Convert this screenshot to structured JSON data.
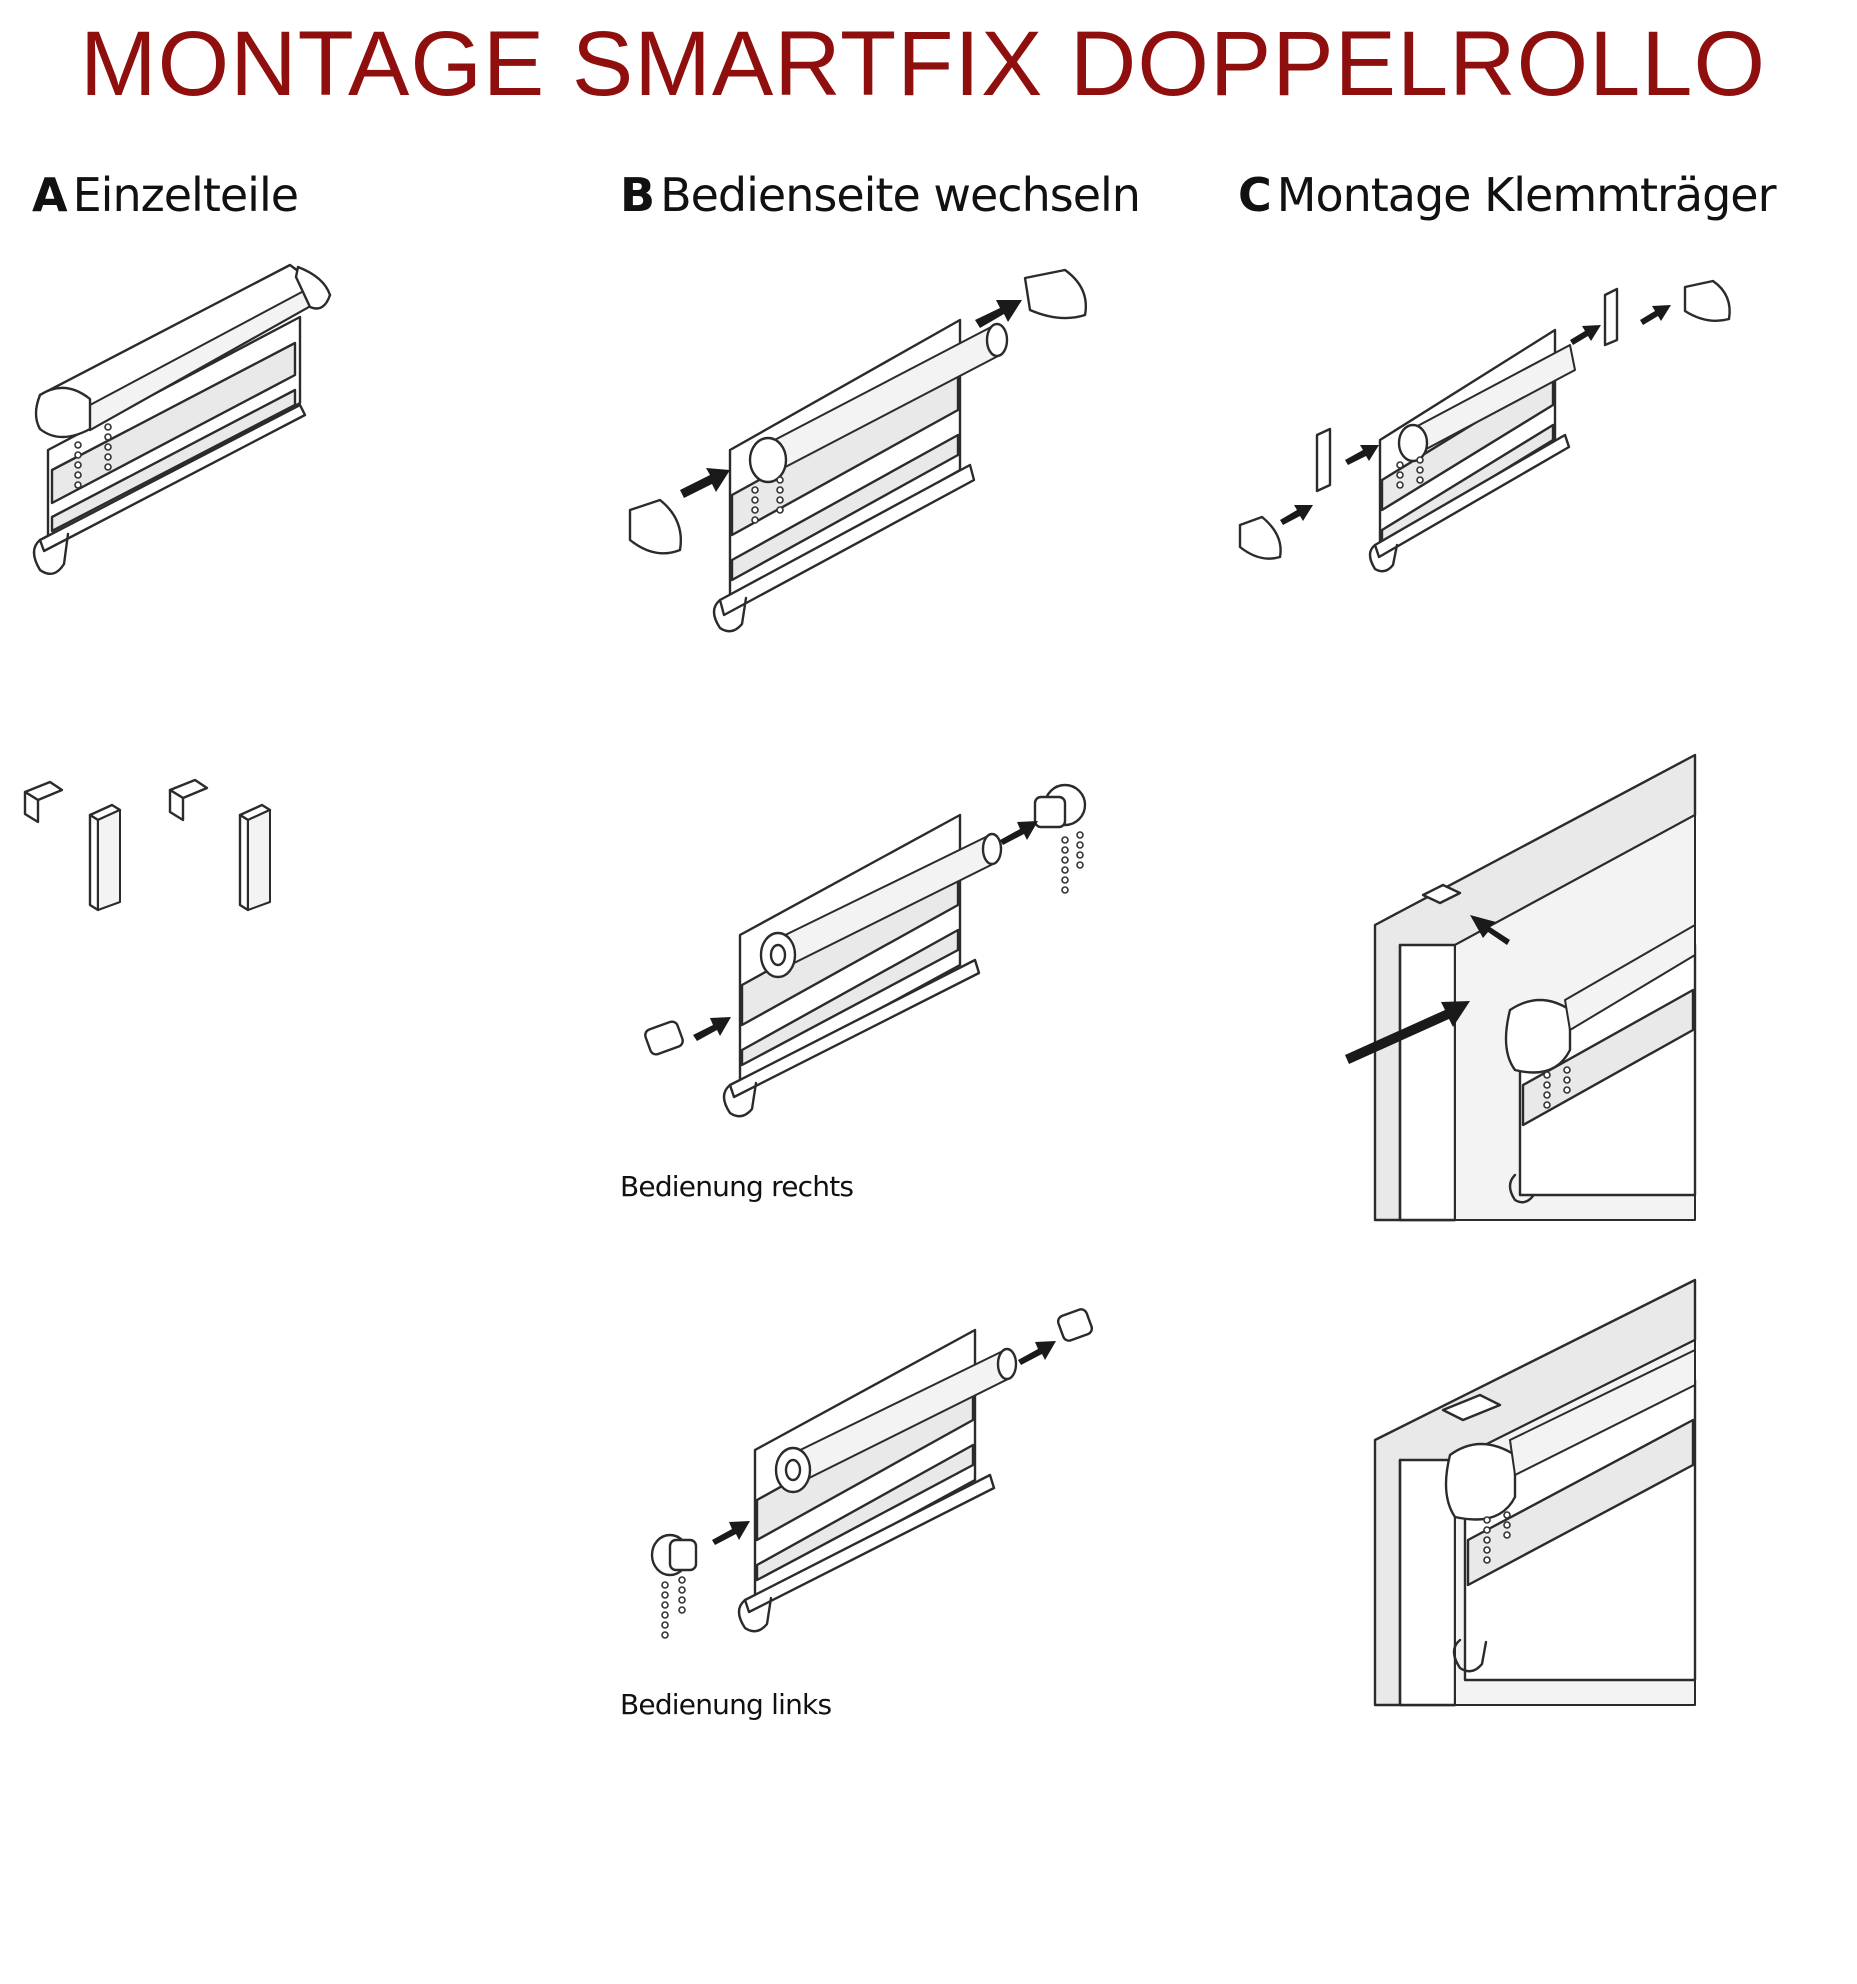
{
  "title": "MONTAGE SMARTFIX DOPPELROLLO",
  "sections": [
    {
      "letter": "A",
      "text": "Einzelteile"
    },
    {
      "letter": "B",
      "text": "Bedienseite wechseln"
    },
    {
      "letter": "C",
      "text": "Montage Klemmträger"
    }
  ],
  "captions": {
    "right": "Bedienung rechts",
    "left": "Bedienung links"
  },
  "colors": {
    "title": "#8f0f0f",
    "line": "#2b2b2b",
    "fill_light": "#e9e9e9",
    "arrow": "#1a1a1a"
  }
}
